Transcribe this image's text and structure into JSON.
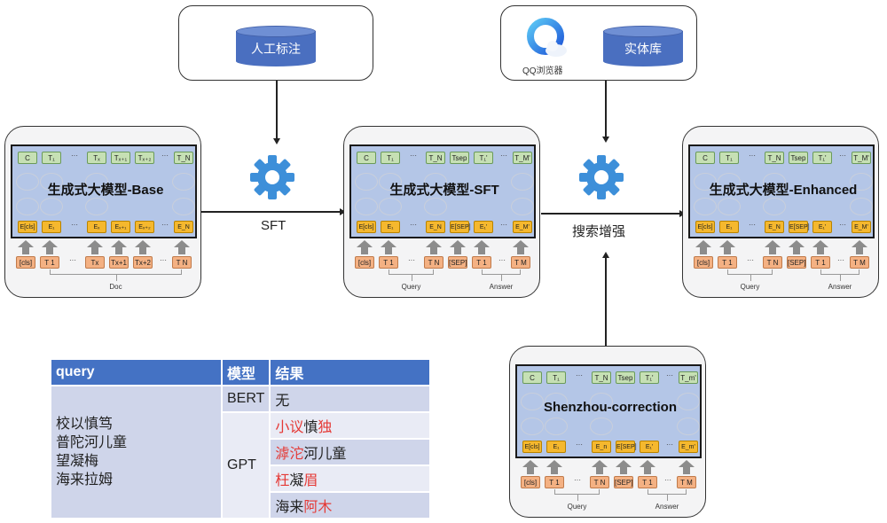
{
  "sources": {
    "annotation": {
      "label": "人工标注",
      "icon": "database-icon"
    },
    "search": {
      "browser_label": "QQ浏览器",
      "browser_icon": "qq-browser-logo",
      "entity_label": "实体库",
      "entity_icon": "database-icon"
    }
  },
  "steps": {
    "sft": {
      "label": "SFT",
      "icon": "gear-icon"
    },
    "search_enhance": {
      "label": "搜索增强",
      "icon": "gear-icon"
    }
  },
  "models": {
    "base": {
      "title": "生成式大模型-Base",
      "outputs": [
        "C",
        "T₁",
        "···",
        "Tₓ",
        "Tₓ₊₁",
        "Tₓ₊₂",
        "···",
        "T_N"
      ],
      "embeddings": [
        "E[cls]",
        "E₁",
        "···",
        "Eₓ",
        "Eₓ₊₁",
        "Eₓ₊₂",
        "···",
        "E_N"
      ],
      "inputs": [
        "[cls]",
        "T 1",
        "···",
        "Tx",
        "Tx+1",
        "Tx+2",
        "···",
        "T N"
      ],
      "captions": [
        "Doc"
      ]
    },
    "sft": {
      "title": "生成式大模型-SFT",
      "outputs": [
        "C",
        "T₁",
        "···",
        "T_N",
        "Tsep",
        "T₁'",
        "···",
        "T_M'"
      ],
      "embeddings": [
        "E[cls]",
        "E₁",
        "···",
        "E_N",
        "E[SEP]",
        "E₁'",
        "···",
        "E_M'"
      ],
      "inputs": [
        "[cls]",
        "T 1",
        "···",
        "T N",
        "[SEP]",
        "T 1",
        "···",
        "T M"
      ],
      "captions": [
        "Query",
        "Answer"
      ]
    },
    "enhanced": {
      "title": "生成式大模型-Enhanced",
      "outputs": [
        "C",
        "T₁",
        "···",
        "T_N",
        "Tsep",
        "T₁'",
        "···",
        "T_M'"
      ],
      "embeddings": [
        "E[cls]",
        "E₁",
        "···",
        "E_N",
        "E[SEP]",
        "E₁'",
        "···",
        "E_M'"
      ],
      "inputs": [
        "[cls]",
        "T 1",
        "···",
        "T N",
        "[SEP]",
        "T 1",
        "···",
        "T M"
      ],
      "captions": [
        "Query",
        "Answer"
      ]
    },
    "correction": {
      "title": "Shenzhou-correction",
      "outputs": [
        "C",
        "T₁",
        "···",
        "T_N",
        "Tsep",
        "T₁'",
        "···",
        "T_m'"
      ],
      "embeddings": [
        "E[cls]",
        "E₁",
        "···",
        "E_n",
        "E[SEP]",
        "E₁'",
        "···",
        "E_m'"
      ],
      "inputs": [
        "[cls]",
        "T 1",
        "···",
        "T N",
        "[SEP]",
        "T 1",
        "···",
        "T M"
      ],
      "captions": [
        "Query",
        "Answer"
      ]
    }
  },
  "table": {
    "headers": [
      "query",
      "模型",
      "结果"
    ],
    "queries": [
      "校以慎笃",
      "普陀河儿童",
      "望凝梅",
      "海来拉姆"
    ],
    "bert": {
      "model": "BERT",
      "result": "无"
    },
    "gpt": {
      "model": "GPT",
      "results": [
        [
          {
            "t": "小议",
            "err": true
          },
          {
            "t": "慎",
            "err": false
          },
          {
            "t": "独",
            "err": true
          }
        ],
        [
          {
            "t": "滹沱",
            "err": true
          },
          {
            "t": "河儿童",
            "err": false
          }
        ],
        [
          {
            "t": "枉",
            "err": true
          },
          {
            "t": "凝",
            "err": false
          },
          {
            "t": "眉",
            "err": true
          }
        ],
        [
          {
            "t": "海来",
            "err": false
          },
          {
            "t": "阿木",
            "err": true
          }
        ]
      ]
    }
  },
  "colors": {
    "accent": "#4472c4",
    "gear": "#3d8fd9",
    "error": "#e53935"
  }
}
